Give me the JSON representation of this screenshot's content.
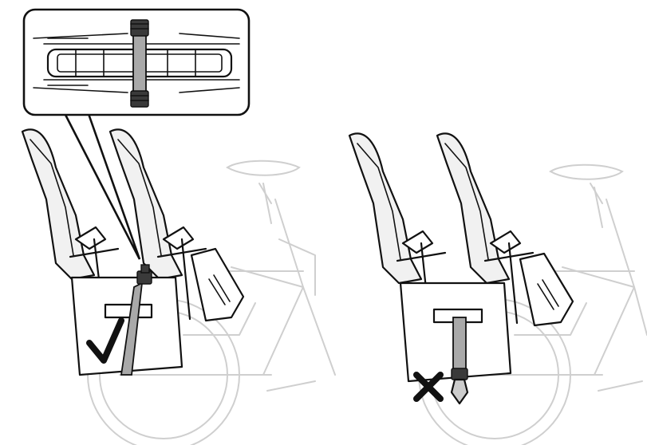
{
  "figure": {
    "panels": [
      {
        "id": "correct",
        "indicator": "check-mark-icon",
        "meaning": "correct"
      },
      {
        "id": "incorrect",
        "indicator": "cross-mark-icon",
        "meaning": "incorrect"
      }
    ],
    "colors": {
      "ink": "#111111",
      "ghost_bike": "#cfcfcf",
      "strap": "#a9a9a9",
      "buckle": "#3a3a3a"
    }
  }
}
